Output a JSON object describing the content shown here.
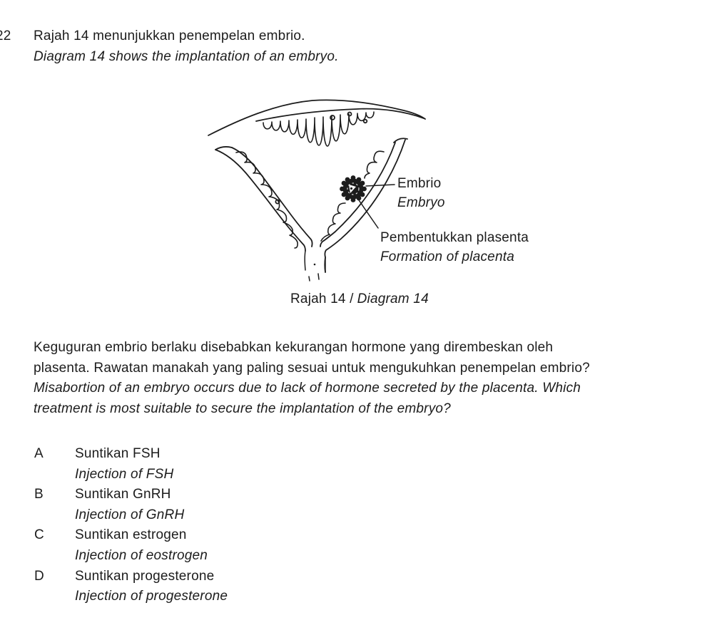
{
  "page": {
    "background": "#ffffff",
    "ink": "#1c1c1c"
  },
  "question": {
    "number": "22",
    "statement_ms": "Rajah 14 menunjukkan penempelan embrio.",
    "statement_en": "Diagram 14 shows the implantation of an embryo."
  },
  "figure": {
    "caption_prefix": "Rajah 14 /",
    "caption_italic": "Diagram 14",
    "labels": {
      "embryo_ms": "Embrio",
      "embryo_en": "Embryo",
      "placenta_ms": "Pembentukkan plasenta",
      "placenta_en": "Formation of placenta"
    }
  },
  "paragraph": {
    "ms_lines": [
      "Keguguran embrio berlaku disebabkan kekurangan hormone yang dirembeskan oleh",
      "plasenta. Rawatan manakah yang paling sesuai untuk mengukuhkan penempelan embrio?"
    ],
    "en_lines": [
      "Misabortion of an embryo occurs due to lack of hormone secreted by the placenta. Which",
      "treatment is most suitable to secure the implantation of the embryo?"
    ]
  },
  "options": [
    {
      "letter": "A",
      "ms": "Suntikan FSH",
      "en": "Injection of FSH"
    },
    {
      "letter": "B",
      "ms": "Suntikan GnRH",
      "en": "Injection of GnRH"
    },
    {
      "letter": "C",
      "ms": "Suntikan estrogen",
      "en": "Injection of eostrogen"
    },
    {
      "letter": "D",
      "ms": "Suntikan progesterone",
      "en": "Injection of progesterone"
    }
  ]
}
